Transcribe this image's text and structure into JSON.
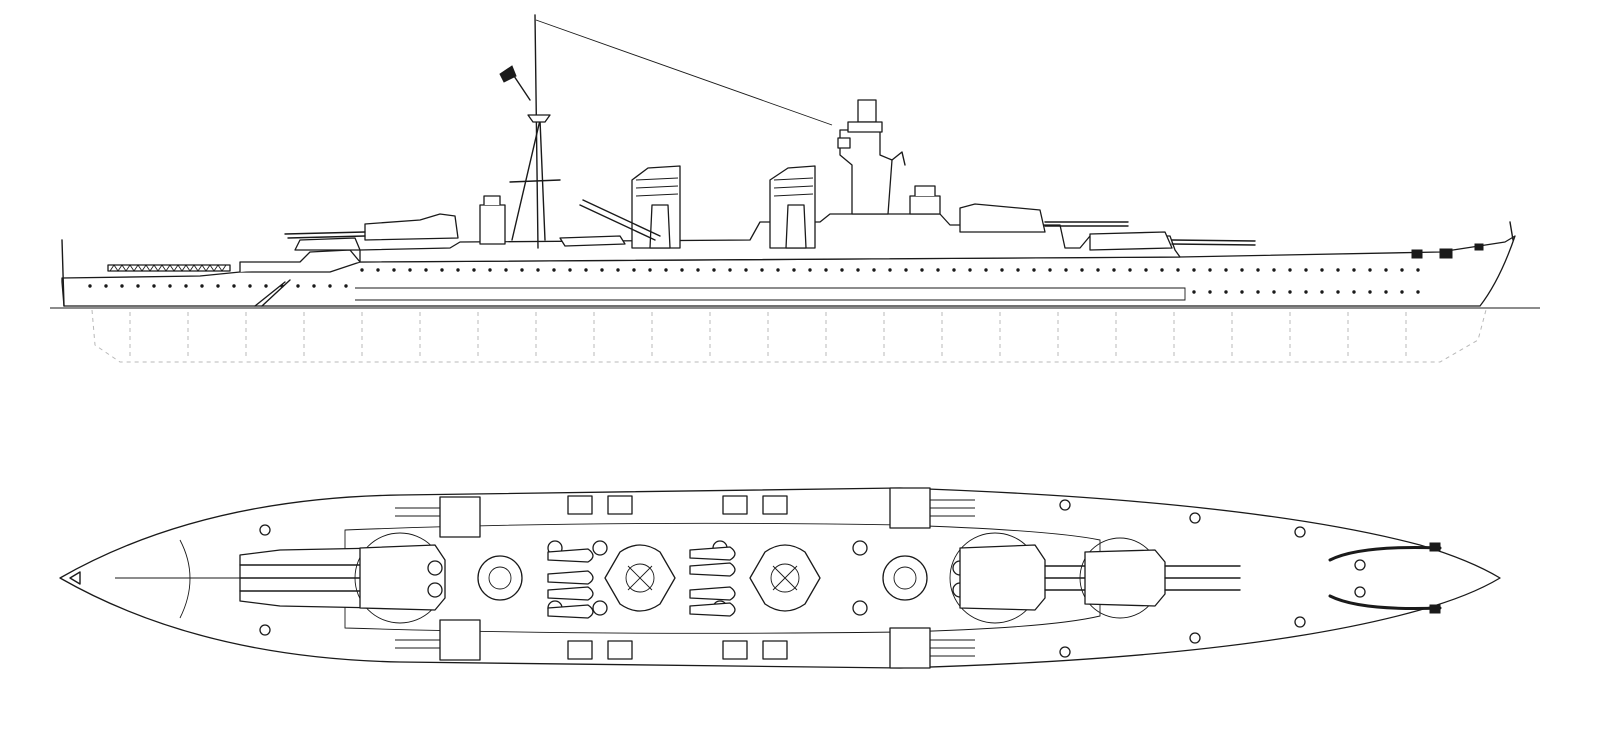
{
  "drawing": {
    "views": [
      {
        "id": "side-profile",
        "kind": "side elevation"
      },
      {
        "id": "plan-view",
        "kind": "top plan"
      }
    ],
    "colors": {
      "ink": "#1a1a1a",
      "paper": "#ffffff",
      "ghost": "#b8b8b8"
    }
  }
}
